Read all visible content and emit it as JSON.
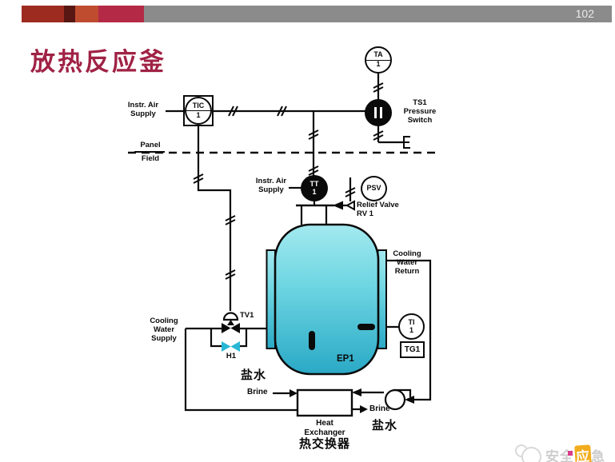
{
  "page": {
    "number": "102",
    "title": "放热反应釜"
  },
  "colors": {
    "bar_gray": "#8b8b8b",
    "bar_red_1": "#9e2b20",
    "bar_red_2": "#591713",
    "bar_red_3": "#c04c30",
    "bar_red_4": "#b42a46",
    "title_red": "#a02245",
    "vessel_top": "#a3e9ef",
    "vessel_bottom": "#2aa9c6",
    "bypass_valve_cyan": "#29b7d6",
    "line_black": "#0a0a0a"
  },
  "instruments": {
    "tic": {
      "tag": "TIC",
      "num": "1"
    },
    "ta": {
      "tag": "TA",
      "num": "1"
    },
    "tt": {
      "tag": "TT",
      "num": "1"
    },
    "ti": {
      "tag": "TI",
      "num": "1"
    },
    "psv": {
      "tag": "PSV"
    },
    "tg1": {
      "tag": "TG1"
    }
  },
  "labels": {
    "instr_air_left": "Instr. Air\nSupply",
    "instr_air_tt": "Instr. Air\nSupply",
    "panel": "Panel",
    "field": "Field",
    "ts1": "TS1\nPressure\nSwitch",
    "relief_valve": "Relief Valve\nRV 1",
    "tv1": "TV1",
    "h1": "H1",
    "cooling_water_supply": "Cooling\nWater\nSupply",
    "cooling_water_return": "Cooling\nWater\nReturn",
    "ep1": "EP1",
    "brine_in_cn": "盐水",
    "brine_in_en": "Brine",
    "brine_out_en": "Brine",
    "brine_out_cn": "盐水",
    "heat_exchanger_en": "Heat\nExchanger",
    "heat_exchanger_cn": "热交换器"
  },
  "watermark": {
    "text_prefix": "安全",
    "text_highlight": "应",
    "text_suffix": "急"
  }
}
